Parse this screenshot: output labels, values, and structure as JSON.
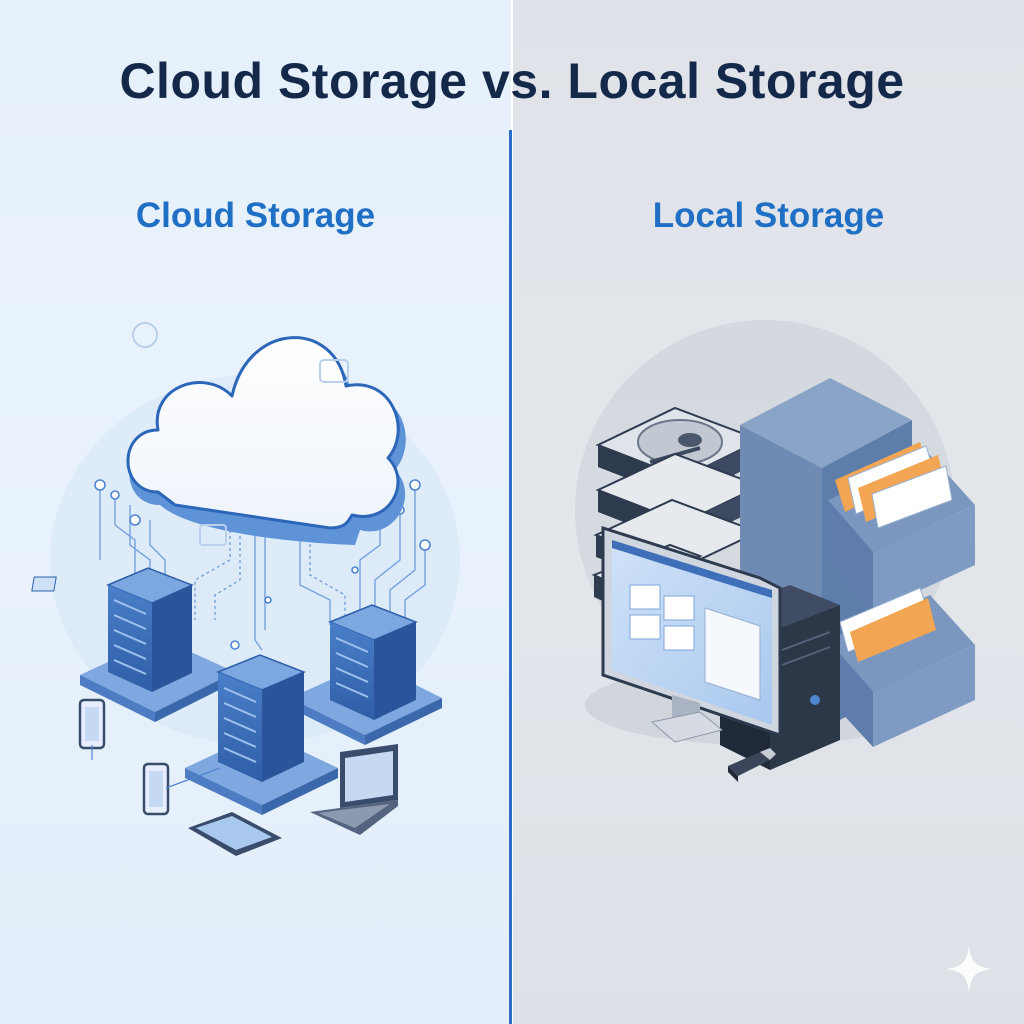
{
  "title": "Cloud Storage vs. Local Storage",
  "left_panel": {
    "heading": "Cloud Storage"
  },
  "right_panel": {
    "heading": "Local Storage"
  },
  "colors": {
    "title": "#14284a",
    "accent": "#1f6fc5",
    "left_bg": "#e6f0fb",
    "right_bg": "#e0e4ea",
    "divider": "#2b6cc4",
    "server_blue": "#3d6fb8",
    "folder_orange": "#f2a552",
    "cabinet_blue": "#5d7eab"
  },
  "icons": [
    "cloud-icon",
    "server-rack-icon",
    "smartphone-icon",
    "tablet-icon",
    "laptop-icon",
    "hard-drive-icon",
    "desktop-computer-icon",
    "file-cabinet-icon",
    "usb-drive-icon",
    "sparkle-icon"
  ]
}
